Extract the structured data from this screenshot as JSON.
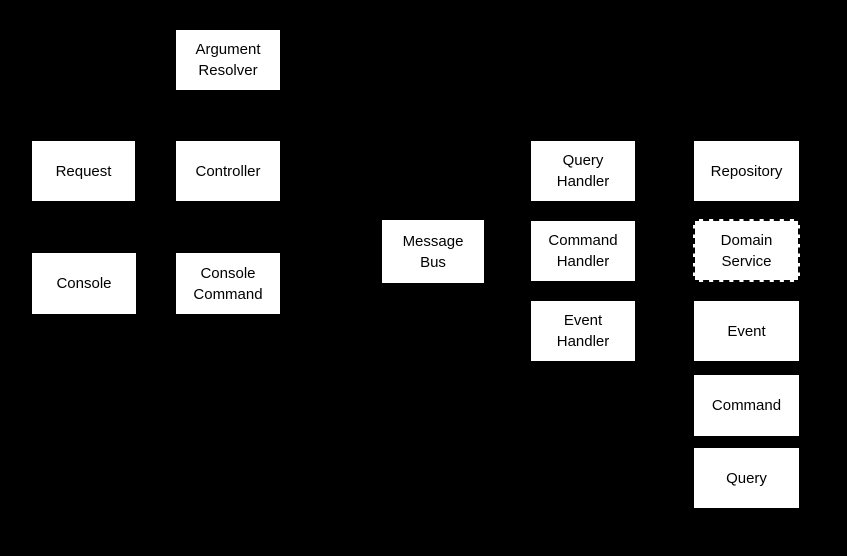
{
  "colors": {
    "background": "#000000",
    "box_fill": "#ffffff",
    "box_text": "#000000"
  },
  "diagram": {
    "description": "CQRS message-bus architecture diagram",
    "boxes": [
      {
        "id": "argument-resolver",
        "label": "Argument\nResolver",
        "border": "solid"
      },
      {
        "id": "request",
        "label": "Request",
        "border": "solid"
      },
      {
        "id": "controller",
        "label": "Controller",
        "border": "solid"
      },
      {
        "id": "console",
        "label": "Console",
        "border": "solid"
      },
      {
        "id": "console-command",
        "label": "Console\nCommand",
        "border": "solid"
      },
      {
        "id": "message-bus",
        "label": "Message\nBus",
        "border": "solid"
      },
      {
        "id": "query-handler",
        "label": "Query\nHandler",
        "border": "solid"
      },
      {
        "id": "command-handler",
        "label": "Command\nHandler",
        "border": "solid"
      },
      {
        "id": "event-handler",
        "label": "Event\nHandler",
        "border": "solid"
      },
      {
        "id": "repository",
        "label": "Repository",
        "border": "solid"
      },
      {
        "id": "domain-service",
        "label": "Domain\nService",
        "border": "dashed"
      },
      {
        "id": "event",
        "label": "Event",
        "border": "solid"
      },
      {
        "id": "command",
        "label": "Command",
        "border": "solid"
      },
      {
        "id": "query",
        "label": "Query",
        "border": "solid"
      }
    ]
  }
}
